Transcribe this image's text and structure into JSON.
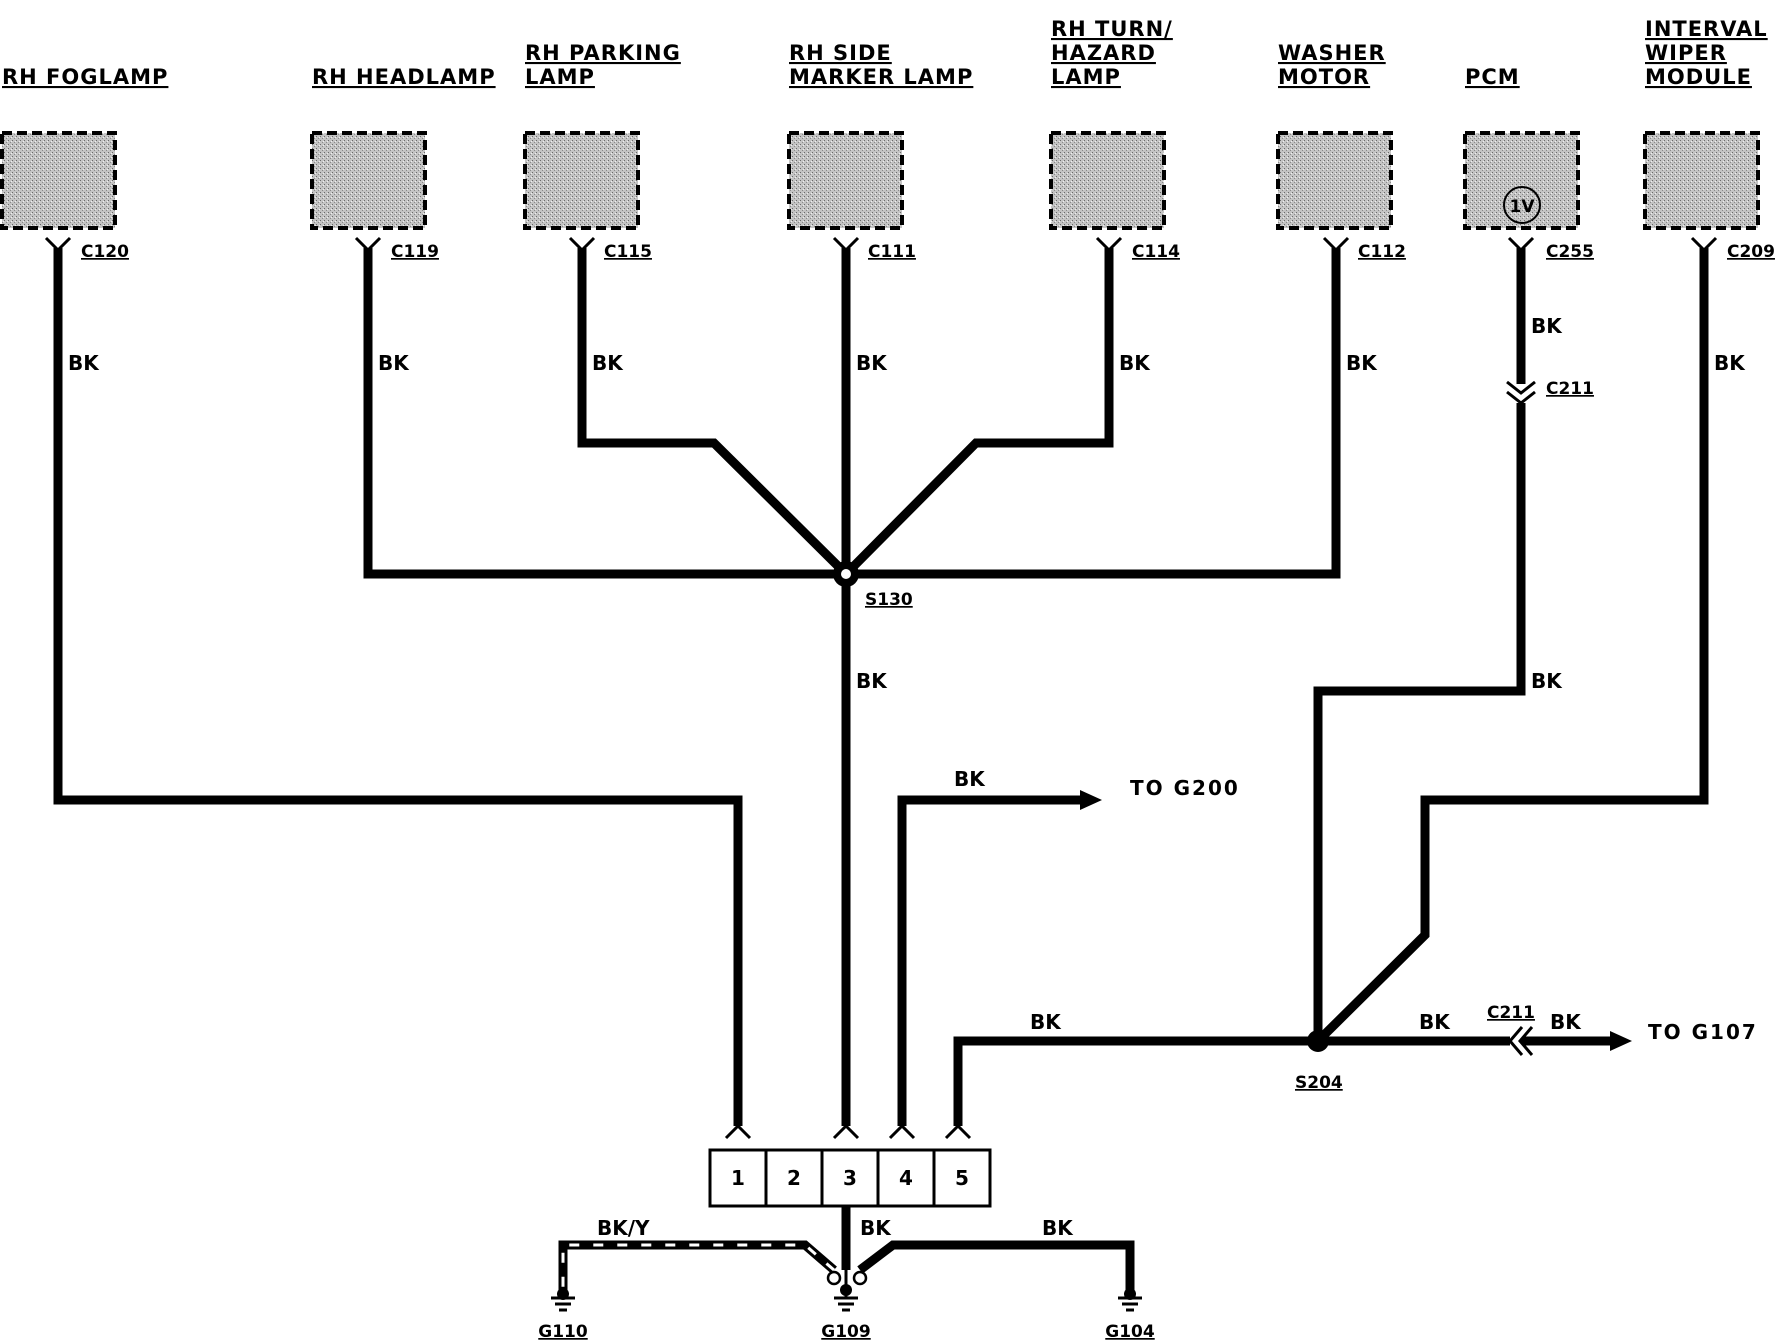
{
  "components": [
    {
      "name": "RH FOGLAMP",
      "lines": [
        "RH FOGLAMP"
      ],
      "connector": "C120"
    },
    {
      "name": "RH HEADLAMP",
      "lines": [
        "RH HEADLAMP"
      ],
      "connector": "C119"
    },
    {
      "name": "RH PARKING LAMP",
      "lines": [
        "RH PARKING",
        "LAMP"
      ],
      "connector": "C115"
    },
    {
      "name": "RH SIDE MARKER LAMP",
      "lines": [
        "RH SIDE",
        "MARKER LAMP"
      ],
      "connector": "C111"
    },
    {
      "name": "RH TURN/HAZARD LAMP",
      "lines": [
        "RH TURN/",
        "HAZARD",
        "LAMP"
      ],
      "connector": "C114"
    },
    {
      "name": "WASHER MOTOR",
      "lines": [
        "WASHER",
        "MOTOR"
      ],
      "connector": "C112"
    },
    {
      "name": "PCM",
      "lines": [
        "PCM"
      ],
      "connector": "C255",
      "badge": "1V"
    },
    {
      "name": "INTERVAL WIPER MODULE",
      "lines": [
        "INTERVAL",
        "WIPER",
        "MODULE"
      ],
      "connector": "C209"
    }
  ],
  "wire_color": "BK",
  "wire_color_ground_g110": "BK/Y",
  "inline_connector": "C211",
  "splices": [
    "S130",
    "S204"
  ],
  "ground_block_pins": [
    "1",
    "2",
    "3",
    "4",
    "5"
  ],
  "grounds": [
    "G110",
    "G109",
    "G104"
  ],
  "destinations": [
    "TO G200",
    "TO G107"
  ],
  "colors": {
    "wire": "#000000",
    "component_fill": "#bdbdbd",
    "stripe": "#ffffff"
  }
}
